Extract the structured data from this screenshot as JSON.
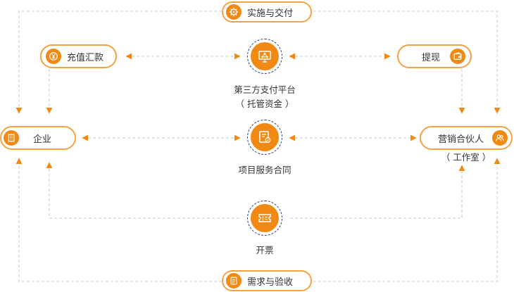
{
  "nodes": {
    "implementation": {
      "label": "实施与交付",
      "icon": "gear-icon"
    },
    "recharge": {
      "label": "充值汇款",
      "icon": "yen-coin-icon"
    },
    "withdraw": {
      "label": "提现",
      "icon": "wallet-icon"
    },
    "enterprise": {
      "label": "企业",
      "icon": "building-icon"
    },
    "partner": {
      "label": "营销合伙人",
      "sublabel": "（ 工作室 ）",
      "icon": "users-icon"
    },
    "demand": {
      "label": "需求与验收",
      "icon": "document-icon"
    }
  },
  "hubs": {
    "payment_platform": {
      "label": "第三方支付平台",
      "sublabel": "（ 托管资金 ）",
      "icon": "network-monitor-icon"
    },
    "service_contract": {
      "label": "项目服务合同",
      "icon": "contract-icon"
    },
    "invoice": {
      "label": "开票",
      "icon": "invoice-icon"
    }
  },
  "colors": {
    "accent": "#f08a14",
    "pill_border": "#f5a243",
    "ring": "#2c3e78",
    "connector": "#c8c8c8",
    "text": "#333333"
  }
}
